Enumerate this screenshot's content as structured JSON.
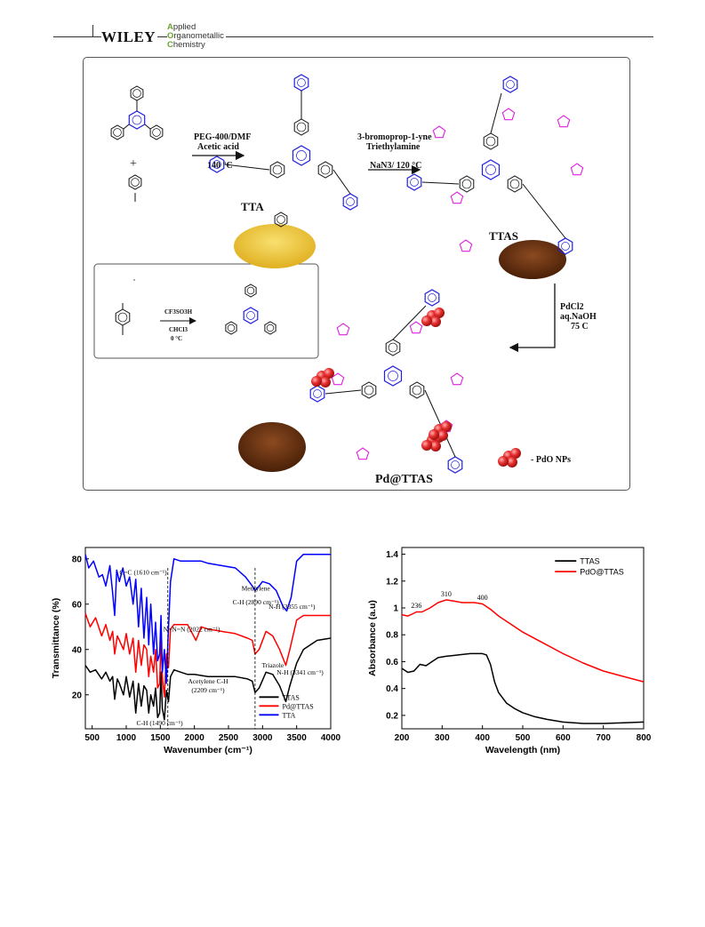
{
  "header": {
    "brand": "WILEY",
    "journal_lines": [
      {
        "cap": "A",
        "rest": "pplied"
      },
      {
        "cap": "O",
        "rest": "rganometallic"
      },
      {
        "cap": "C",
        "rest": "hemistry"
      }
    ]
  },
  "scheme": {
    "step1_reagents": "PEG-400/DMF",
    "step1_acid": "Acetic acid",
    "step1_temp": "140 °C",
    "step2_reagent": "3-bromoprop-1-yne",
    "step2_base": "Triethylamine",
    "step2_conditions": "NaN3/ 120 °C",
    "step3_reagent": "PdCl2",
    "step3_base": "aq.NaOH",
    "step3_temp": "75 C",
    "inset_acid": "CF3SO3H",
    "inset_solvent": "CHCl3",
    "inset_temp": "0 °C",
    "label_tta": "TTA",
    "label_ttas": "TTAS",
    "label_pdttas": "Pd@TTAS",
    "legend_pdo": "- PdO NPs",
    "plus": "+",
    "colors": {
      "triazine": "#2020e0",
      "triazole": "#e020e0",
      "bond": "#111111",
      "tta_powder": "#f0c830",
      "ttas_powder": "#6b3415",
      "pdo": "#e83030"
    }
  },
  "chart_data": [
    {
      "type": "line",
      "title": "",
      "xlabel": "Wavenumber (cm⁻¹)",
      "ylabel": "Transmittance (%)",
      "xlim": [
        400,
        4000
      ],
      "ylim": [
        5,
        85
      ],
      "x_ticks": [
        500,
        1000,
        1500,
        2000,
        2500,
        3000,
        3500,
        4000
      ],
      "y_ticks": [
        20,
        40,
        60,
        80
      ],
      "legend_position": "bottom-right",
      "series": [
        {
          "name": "TTAS",
          "color": "#000000",
          "x": [
            400,
            470,
            550,
            640,
            700,
            760,
            800,
            830,
            870,
            900,
            960,
            1000,
            1050,
            1100,
            1140,
            1180,
            1220,
            1260,
            1300,
            1330,
            1360,
            1400,
            1430,
            1460,
            1490,
            1510,
            1530,
            1560,
            1590,
            1620,
            1650,
            1700,
            1800,
            1900,
            2000,
            2200,
            2400,
            2600,
            2780,
            2850,
            2890,
            2950,
            3050,
            3150,
            3250,
            3341,
            3400,
            3500,
            3600,
            3700,
            3800,
            4000
          ],
          "y": [
            33,
            30,
            31,
            27,
            30,
            26,
            28,
            18,
            27,
            25,
            20,
            28,
            19,
            26,
            12,
            25,
            15,
            24,
            22,
            12,
            20,
            15,
            23,
            10,
            12,
            30,
            14,
            9,
            22,
            17,
            28,
            31,
            30,
            29,
            29,
            28,
            28,
            28,
            27,
            26,
            21,
            23,
            30,
            29,
            24,
            17,
            24,
            34,
            40,
            42,
            44,
            45
          ]
        },
        {
          "name": "Pd@TTAS",
          "color": "#ff0000",
          "x": [
            400,
            470,
            550,
            640,
            700,
            760,
            800,
            830,
            870,
            900,
            960,
            1000,
            1050,
            1100,
            1140,
            1180,
            1220,
            1260,
            1300,
            1330,
            1360,
            1400,
            1430,
            1460,
            1490,
            1510,
            1530,
            1560,
            1590,
            1620,
            1650,
            1700,
            1800,
            1900,
            2022,
            2100,
            2200,
            2400,
            2600,
            2780,
            2850,
            2890,
            2950,
            3050,
            3150,
            3250,
            3341,
            3400,
            3500,
            3600,
            3700,
            3800,
            4000
          ],
          "y": [
            56,
            50,
            54,
            46,
            51,
            44,
            48,
            38,
            46,
            44,
            40,
            47,
            38,
            45,
            30,
            44,
            33,
            42,
            40,
            28,
            37,
            30,
            40,
            23,
            25,
            45,
            28,
            19,
            38,
            32,
            49,
            51,
            51,
            51,
            44,
            50,
            49,
            48,
            47,
            45,
            44,
            38,
            40,
            48,
            46,
            40,
            33,
            40,
            53,
            55,
            55,
            55,
            55
          ]
        },
        {
          "name": "TTA",
          "color": "#0000ff",
          "x": [
            400,
            450,
            520,
            600,
            650,
            700,
            760,
            800,
            830,
            860,
            900,
            950,
            1000,
            1050,
            1100,
            1140,
            1180,
            1220,
            1260,
            1300,
            1330,
            1360,
            1400,
            1430,
            1460,
            1490,
            1510,
            1530,
            1560,
            1590,
            1610,
            1650,
            1700,
            1800,
            1900,
            2000,
            2100,
            2200,
            2400,
            2600,
            2750,
            2850,
            2890,
            2950,
            3000,
            3100,
            3200,
            3300,
            3355,
            3420,
            3500,
            3600,
            3700,
            3800,
            3900,
            4000
          ],
          "y": [
            82,
            76,
            79,
            72,
            73,
            68,
            77,
            65,
            55,
            75,
            70,
            76,
            68,
            72,
            60,
            71,
            50,
            67,
            45,
            63,
            42,
            60,
            38,
            52,
            35,
            38,
            55,
            30,
            40,
            25,
            43,
            70,
            80,
            79,
            79,
            79,
            79,
            78,
            77,
            76,
            72,
            68,
            66,
            68,
            70,
            69,
            66,
            59,
            57,
            63,
            79,
            82,
            82,
            82,
            82,
            82
          ]
        }
      ],
      "annotations": [
        {
          "text": "C=C (1610 cm⁻¹)"
        },
        {
          "text": "Methylene"
        },
        {
          "text": "C-H (2890 cm⁻¹)"
        },
        {
          "text": "N-H (3355 cm⁻¹)"
        },
        {
          "text": "N=N=N (2022 cm⁻¹)"
        },
        {
          "text": "Triazole"
        },
        {
          "text": "N-H (3341 cm⁻¹)"
        },
        {
          "text": "Acetylene C-H"
        },
        {
          "text": "(2209 cm⁻¹)"
        },
        {
          "text": "C-H (1490 cm⁻¹)"
        }
      ]
    },
    {
      "type": "line",
      "title": "",
      "xlabel": "Wavelength (nm)",
      "ylabel": "Absorbance (a.u)",
      "xlim": [
        200,
        800
      ],
      "ylim": [
        0.1,
        1.45
      ],
      "x_ticks": [
        200,
        300,
        400,
        500,
        600,
        700,
        800
      ],
      "y_ticks": [
        0.2,
        0.4,
        0.6,
        0.8,
        1.0,
        1.2,
        1.4
      ],
      "legend_position": "top-right",
      "series": [
        {
          "name": "TTAS",
          "color": "#000000",
          "x": [
            200,
            215,
            230,
            245,
            260,
            275,
            290,
            310,
            340,
            370,
            400,
            410,
            420,
            430,
            440,
            460,
            480,
            500,
            530,
            560,
            600,
            650,
            700,
            750,
            800
          ],
          "y": [
            0.55,
            0.52,
            0.53,
            0.58,
            0.57,
            0.6,
            0.63,
            0.64,
            0.65,
            0.66,
            0.66,
            0.65,
            0.58,
            0.45,
            0.37,
            0.29,
            0.25,
            0.22,
            0.19,
            0.17,
            0.15,
            0.14,
            0.14,
            0.145,
            0.15
          ]
        },
        {
          "name": "PdO@TTAS",
          "color": "#ff0000",
          "x": [
            200,
            215,
            230,
            236,
            250,
            270,
            290,
            310,
            330,
            350,
            380,
            400,
            420,
            440,
            470,
            500,
            550,
            600,
            650,
            700,
            750,
            800
          ],
          "y": [
            0.95,
            0.94,
            0.96,
            0.97,
            0.97,
            1.0,
            1.04,
            1.06,
            1.05,
            1.04,
            1.04,
            1.03,
            0.99,
            0.94,
            0.88,
            0.82,
            0.74,
            0.66,
            0.59,
            0.53,
            0.49,
            0.45
          ]
        }
      ],
      "annotations": [
        {
          "text": "236"
        },
        {
          "text": "310"
        },
        {
          "text": "400"
        }
      ]
    }
  ]
}
